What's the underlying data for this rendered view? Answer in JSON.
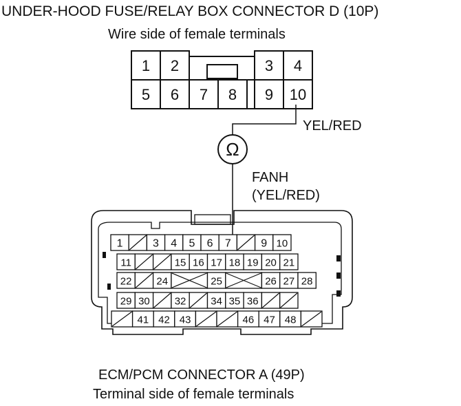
{
  "connector_d": {
    "title": "UNDER-HOOD FUSE/RELAY BOX CONNECTOR D (10P)",
    "view": "Wire side of female terminals",
    "pins": [
      {
        "label": "1",
        "row": 0,
        "col": 0
      },
      {
        "label": "2",
        "row": 0,
        "col": 1
      },
      {
        "label": "3",
        "row": 0,
        "col": 4
      },
      {
        "label": "4",
        "row": 0,
        "col": 5
      },
      {
        "label": "5",
        "row": 1,
        "col": 0
      },
      {
        "label": "6",
        "row": 1,
        "col": 1
      },
      {
        "label": "7",
        "row": 1,
        "col": 2
      },
      {
        "label": "8",
        "row": 1,
        "col": 3
      },
      {
        "label": "9",
        "row": 1,
        "col": 4
      },
      {
        "label": "10",
        "row": 1,
        "col": 5
      }
    ]
  },
  "wire": {
    "color_label": "YEL/RED",
    "meter_symbol": "Ω",
    "signal_name": "FANH",
    "signal_color": "(YEL/RED)"
  },
  "connector_a": {
    "title": "ECM/PCM CONNECTOR A (49P)",
    "view": "Terminal side of female terminals",
    "rows": [
      [
        "1",
        "/",
        "3",
        "4",
        "5",
        "6",
        "7",
        "/",
        "9",
        "10"
      ],
      [
        "11",
        "/",
        "/",
        "15",
        "16",
        "17",
        "18",
        "19",
        "20",
        "21"
      ],
      [
        "22",
        "/",
        "24",
        "X",
        "25",
        "X",
        "26",
        "27",
        "28"
      ],
      [
        "29",
        "30",
        "/",
        "32",
        "/",
        "34",
        "35",
        "36",
        "/",
        "/"
      ],
      [
        "/",
        "41",
        "42",
        "43",
        "/",
        "/",
        "46",
        "47",
        "48",
        "/"
      ]
    ]
  }
}
